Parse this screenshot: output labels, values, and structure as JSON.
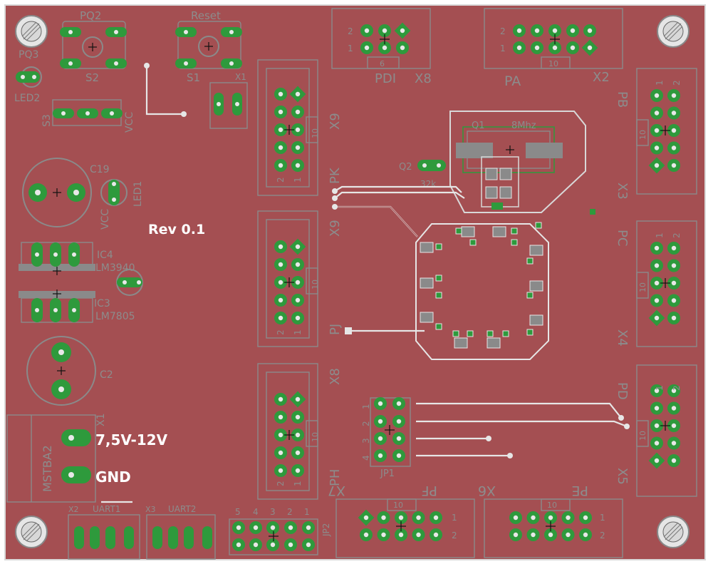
{
  "board": {
    "rev": "Rev 0.1",
    "colors": {
      "board": "#a44f52",
      "silk": "#8a8a8a",
      "pad": "#2e9a3c",
      "white": "#ffffff"
    }
  },
  "labels": {
    "pq2": "PQ2",
    "reset": "Reset",
    "s2": "S2",
    "s1": "S1",
    "x1": "X1",
    "pq3": "PQ3",
    "led2": "LED2",
    "s3": "S3",
    "vcc": "VCC",
    "c19": "C19",
    "led1": "LED1",
    "vcc2": "VCC",
    "ic4": "IC4",
    "lm3940": "LM3940",
    "ic3": "IC3",
    "lm7805": "LM7805",
    "c2": "C2",
    "x1b": "X1",
    "mstba2": "MSTBA2",
    "v_in": "7,5V-12V",
    "gnd": "GND",
    "uart1": "UART1",
    "uart2": "UART2",
    "x2s": "X2",
    "x3s": "X3",
    "pdi": "PDI",
    "x8": "X8",
    "pa": "PA",
    "x2": "X2",
    "pb": "PB",
    "x3": "X3",
    "pc": "PC",
    "x4": "X4",
    "pd": "PD",
    "x5": "X5",
    "pe": "PE",
    "x6": "X6",
    "pf": "PF",
    "x7": "X7",
    "x9": "X9",
    "pk": "PK",
    "x9b": "X9",
    "pj": "PJ",
    "x8b": "X8",
    "ph": "PH",
    "jp1": "JP1",
    "jp2": "JP2",
    "q1": "Q1",
    "mhz": "8Mhz",
    "q2": "Q2",
    "n32": "32k"
  },
  "pin_numbers": {
    "one": "1",
    "two": "2",
    "three": "3",
    "four": "4",
    "five": "5",
    "six": "6",
    "ten": "10"
  }
}
